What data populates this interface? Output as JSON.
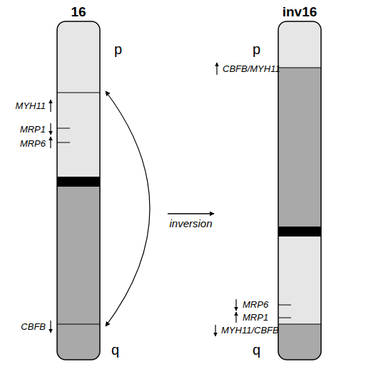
{
  "diagram": {
    "nodes": [
      {
        "text": [
          "16"
        ]
      },
      {
        "text": [
          "inv16"
        ]
      }
    ],
    "edges": [
      {
        "from": 0,
        "to": 1,
        "arrow": "to",
        "label": "inversion"
      }
    ],
    "labels": [
      "p",
      "q",
      "p",
      "q",
      "MYH11",
      "MRP1",
      "MRP6",
      "CBFB",
      "CBFB/MYH11",
      "MRP6",
      "MRP1",
      "MYH11/CBFB"
    ]
  }
}
